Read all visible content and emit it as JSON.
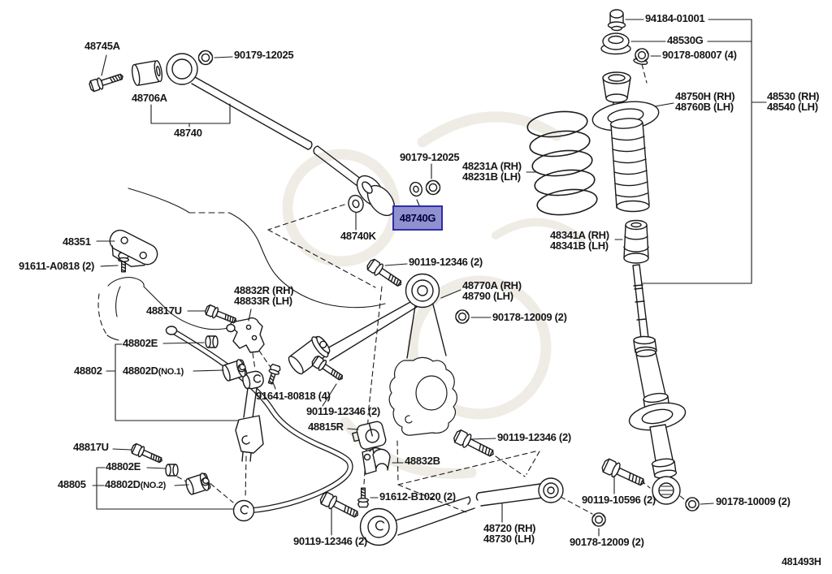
{
  "page": {
    "background": "#ffffff",
    "diagram_code": "481493H"
  },
  "highlight": {
    "part": "48740G",
    "bg": "#9091cf",
    "border": "#2e2eaa",
    "text_color": "#00003a"
  },
  "parts": {
    "b48745A": "48745A",
    "n90179_12025": "90179-12025",
    "b48706A": "48706A",
    "a48740": "48740",
    "s48231A": "48231A (RH)",
    "s48231B": "48231B (LH)",
    "n94184_01001": "94184-01001",
    "c48530G": "48530G",
    "n90178_08007": "90178-08007 (4)",
    "m48750H": "48750H (RH)",
    "m48760B": "48760B (LH)",
    "s48530": "48530 (RH)",
    "s48540": "48540 (LH)",
    "r48341A": "48341A (RH)",
    "r48341B": "48341B (LH)",
    "w48740G": "48740G",
    "w48740K": "48740K",
    "p48351": "48351",
    "b91611": "91611-A0818 (2)",
    "b90119_12346": "90119-12346 (2)",
    "k48832R": "48832R (RH)",
    "k48833R": "48833R (LH)",
    "a48770A": "48770A (RH)",
    "a48790": "48790 (LH)",
    "n90178_12009": "90178-12009 (2)",
    "b48817U": "48817U",
    "e48802E": "48802E",
    "g48802": "48802",
    "d48802D": "48802D",
    "no1": "(NO.1)",
    "no2": "(NO.2)",
    "g48805": "48805",
    "b91641": "91641-80818 (4)",
    "h48815R": "48815R",
    "c48832B": "48832B",
    "b91612": "91612-B1020 (2)",
    "a48720": "48720 (RH)",
    "a48730": "48730 (LH)",
    "b90119_10596": "90119-10596 (2)",
    "n90178_10009": "90178-10009 (2)"
  }
}
